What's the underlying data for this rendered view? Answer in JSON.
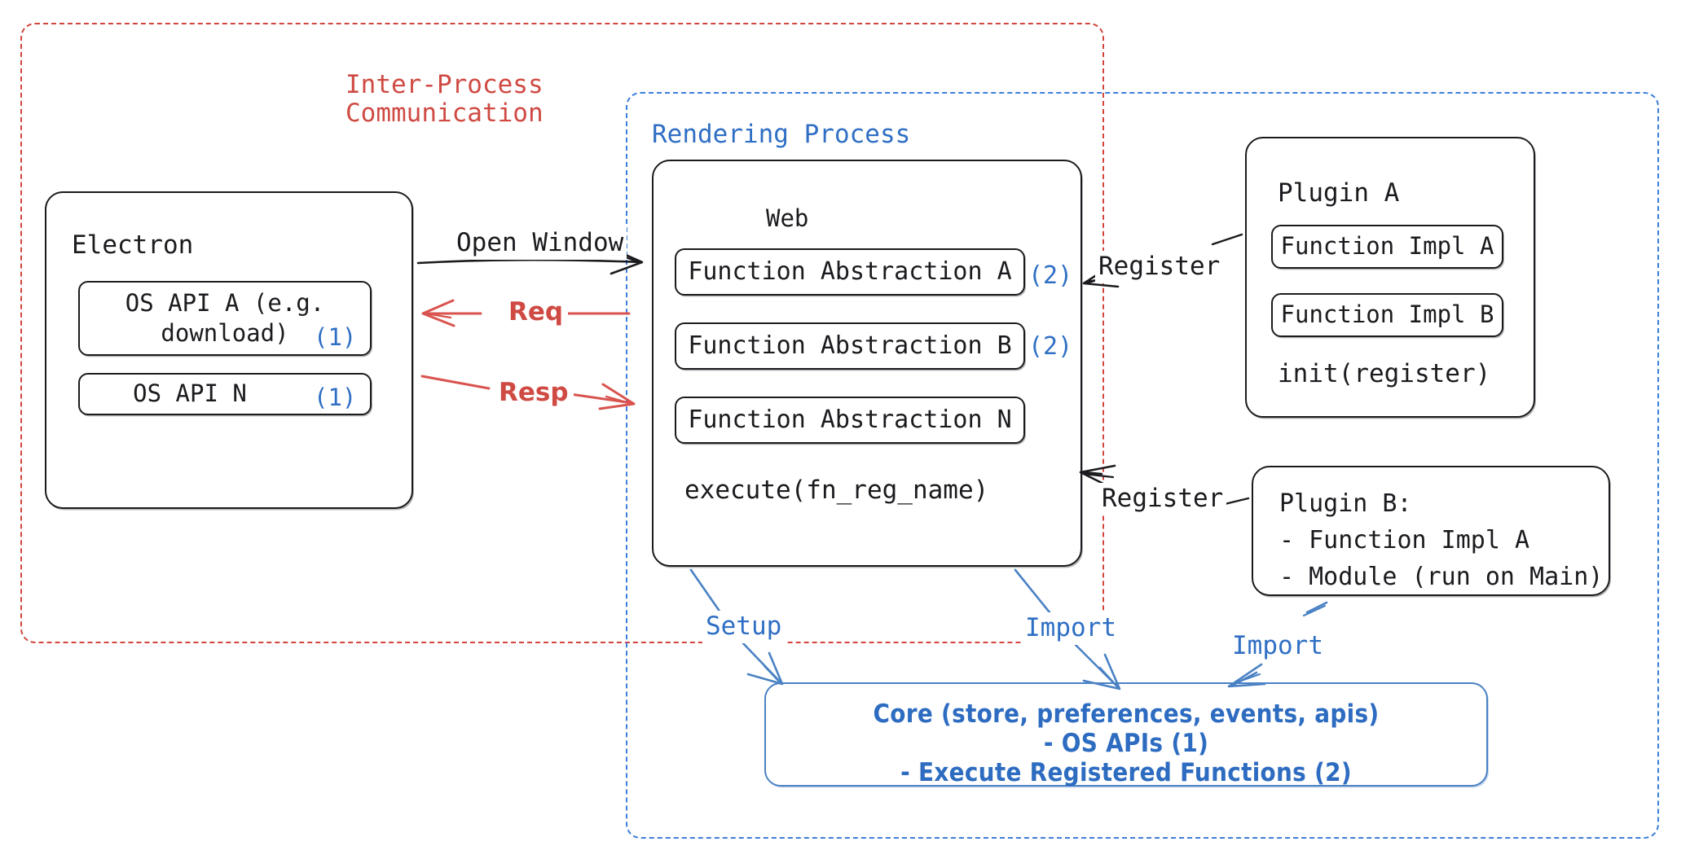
{
  "diagram": {
    "title_hidden": "",
    "colors": {
      "red": "#cf4a43",
      "blue": "#2f6fc4",
      "core_blue": "#2d6cc0",
      "ink": "#1b1b1f",
      "dashed_red": "#d1453b",
      "dashed_blue": "#3b7dd8"
    }
  },
  "ipc": {
    "label_line1": "Inter-Process",
    "label_line2": "Communication"
  },
  "rendering_process": {
    "label": "Rendering Process"
  },
  "electron": {
    "title": "Electron",
    "apis": [
      {
        "label": "OS API A (e.g.\ndownload)",
        "tag": "(1)"
      },
      {
        "label": "OS API N",
        "tag": "(1)"
      }
    ]
  },
  "web": {
    "title": "Web",
    "abstractions": [
      {
        "label": "Function Abstraction A",
        "tag": "(2)"
      },
      {
        "label": "Function Abstraction B",
        "tag": "(2)"
      },
      {
        "label": "Function Abstraction N",
        "tag": ""
      }
    ],
    "execute": "execute(fn_reg_name)"
  },
  "plugin_a": {
    "title": "Plugin A",
    "functions": [
      "Function Impl A",
      "Function Impl B"
    ],
    "init": "init(register)"
  },
  "plugin_b": {
    "title": "Plugin B:",
    "items": [
      "- Function Impl A",
      "- Module (run on Main)"
    ]
  },
  "core": {
    "line1": "Core (store, preferences, events, apis)",
    "line2": "- OS APIs (1)",
    "line3": "- Execute Registered Functions (2)"
  },
  "arrows": {
    "open_window": "Open Window",
    "req": "Req",
    "resp": "Resp",
    "register_top": "Register",
    "register_bottom": "Register",
    "setup": "Setup",
    "import_left": "Import",
    "import_right": "Import"
  }
}
